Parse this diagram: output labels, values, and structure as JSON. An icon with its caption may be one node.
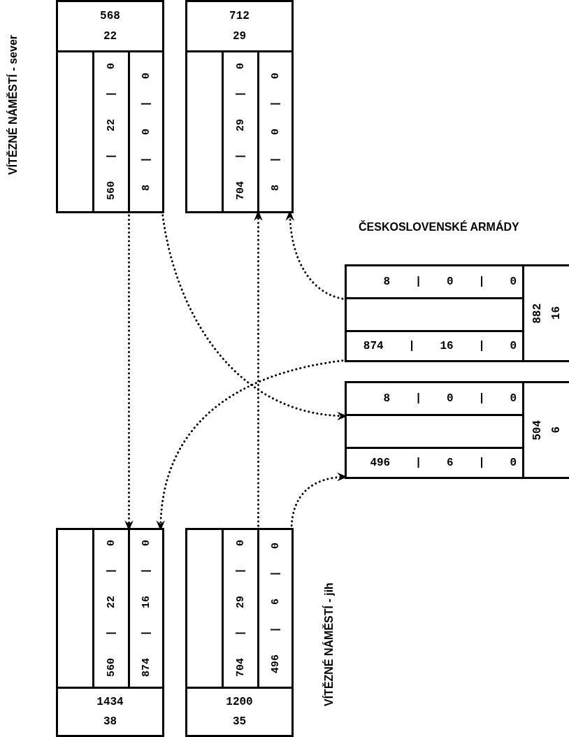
{
  "diagram": {
    "nodes": [
      {
        "text": [],
        "shape": "box"
      },
      {
        "text": [
          "568",
          "22"
        ],
        "in": 0
      },
      {
        "text": [],
        "shape": "box",
        "in": 0
      },
      {
        "text": [
          "560 | 22 | 0"
        ],
        "in": 0
      },
      {
        "text": [
          "8 | 0 | 0"
        ],
        "in": 0
      },
      {
        "text": [],
        "shape": "box"
      },
      {
        "text": [
          "712",
          "29"
        ],
        "in": 5
      },
      {
        "text": [],
        "shape": "box",
        "in": 5
      },
      {
        "text": [
          "704 | 29 | 0"
        ],
        "in": 5
      },
      {
        "text": [
          "8 | 0 | 0"
        ],
        "in": 5
      },
      {
        "text": [],
        "shape": "box"
      },
      {
        "text": [
          "8 | 0 | 0"
        ],
        "in": 10
      },
      {
        "text": [],
        "shape": "box",
        "in": 10
      },
      {
        "text": [
          "874 | 16 | 0"
        ],
        "in": 10
      },
      {
        "text": [
          "882",
          "16"
        ],
        "in": 10
      },
      {
        "text": [],
        "shape": "box"
      },
      {
        "text": [
          "8 | 0 | 0"
        ],
        "in": 15
      },
      {
        "text": [],
        "shape": "box",
        "in": 15
      },
      {
        "text": [
          "496 | 6 | 0"
        ],
        "in": 15
      },
      {
        "text": [
          "504",
          "6"
        ],
        "in": 15
      },
      {
        "text": [],
        "shape": "box"
      },
      {
        "text": [],
        "shape": "box",
        "in": 20
      },
      {
        "text": [
          "560 | 22 | 0"
        ],
        "in": 20
      },
      {
        "text": [
          "874 | 16 | 0"
        ],
        "in": 20
      },
      {
        "text": [
          "1434",
          "38"
        ],
        "in": 20
      },
      {
        "text": [],
        "shape": "box"
      },
      {
        "text": [],
        "shape": "box",
        "in": 25
      },
      {
        "text": [
          "704 | 29 | 0"
        ],
        "in": 25
      },
      {
        "text": [
          "496 | 6 | 0"
        ],
        "in": 25
      },
      {
        "text": [
          "1200",
          "35"
        ],
        "in": 25
      }
    ],
    "edges": [
      {
        "from": 3,
        "to": 22,
        "arrow": "to"
      },
      {
        "from": 4,
        "to": 16,
        "arrow": "to"
      },
      {
        "from": 13,
        "to": 23,
        "arrow": "to"
      },
      {
        "from": 11,
        "to": 9,
        "arrow": "to"
      },
      {
        "from": 27,
        "to": 8,
        "arrow": "to"
      },
      {
        "from": 28,
        "to": 18,
        "arrow": "to"
      }
    ],
    "labels": [
      "VÍTĚZNÉ NÁMĚSTÍ - sever",
      "ČESKOSLOVENSKÉ ARMÁDY",
      "VÍTĚZNÉ NÁMĚSTÍ - jih"
    ]
  }
}
